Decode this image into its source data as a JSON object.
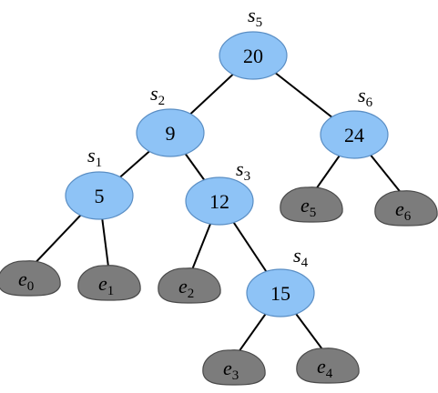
{
  "nodes": [
    {
      "id": "s5",
      "key": "20",
      "letter": "s",
      "sub": "5"
    },
    {
      "id": "s2",
      "key": "9",
      "letter": "s",
      "sub": "2"
    },
    {
      "id": "s6",
      "key": "24",
      "letter": "s",
      "sub": "6"
    },
    {
      "id": "s1",
      "key": "5",
      "letter": "s",
      "sub": "1"
    },
    {
      "id": "s3",
      "key": "12",
      "letter": "s",
      "sub": "3"
    },
    {
      "id": "s4",
      "key": "15",
      "letter": "s",
      "sub": "4"
    }
  ],
  "leaves": [
    {
      "id": "e0",
      "letter": "e",
      "sub": "0"
    },
    {
      "id": "e1",
      "letter": "e",
      "sub": "1"
    },
    {
      "id": "e2",
      "letter": "e",
      "sub": "2"
    },
    {
      "id": "e3",
      "letter": "e",
      "sub": "3"
    },
    {
      "id": "e4",
      "letter": "e",
      "sub": "4"
    },
    {
      "id": "e5",
      "letter": "e",
      "sub": "5"
    },
    {
      "id": "e6",
      "letter": "e",
      "sub": "6"
    }
  ],
  "edges": [
    [
      "s5",
      "s2"
    ],
    [
      "s5",
      "s6"
    ],
    [
      "s2",
      "s1"
    ],
    [
      "s2",
      "s3"
    ],
    [
      "s1",
      "e0"
    ],
    [
      "s1",
      "e1"
    ],
    [
      "s3",
      "e2"
    ],
    [
      "s3",
      "s4"
    ],
    [
      "s4",
      "e3"
    ],
    [
      "s4",
      "e4"
    ],
    [
      "s6",
      "e5"
    ],
    [
      "s6",
      "e6"
    ]
  ]
}
